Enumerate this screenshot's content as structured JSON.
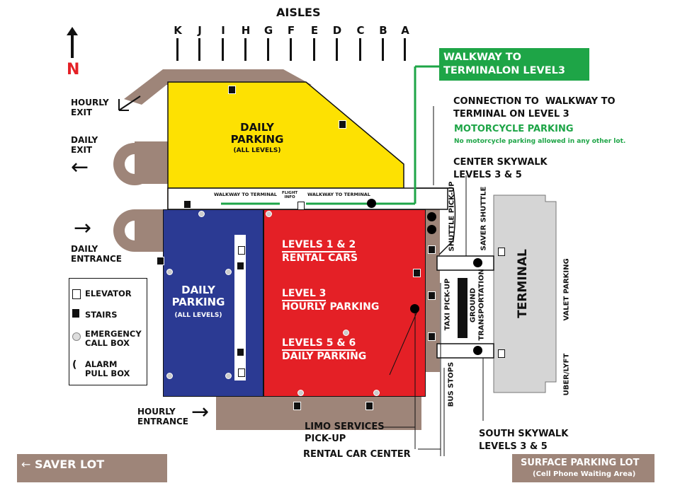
{
  "header": {
    "aisles_title": "AISLES"
  },
  "aisles": [
    "K",
    "J",
    "I",
    "H",
    "G",
    "F",
    "E",
    "D",
    "C",
    "B",
    "A"
  ],
  "compass": {
    "label": "N"
  },
  "exits": {
    "hourly_exit": "HOURLY\nEXIT",
    "daily_exit": "DAILY\nEXIT",
    "daily_entrance": "DAILY\nENTRANCE",
    "hourly_entrance": "HOURLY\nENTRANCE"
  },
  "yellow_lot": {
    "title": "DAILY\nPARKING",
    "subtitle": "(ALL LEVELS)"
  },
  "blue_lot": {
    "title": "DAILY\nPARKING",
    "subtitle": "(ALL LEVELS)"
  },
  "red_lot": {
    "line1a": "LEVELS 1 & 2",
    "line1b": "RENTAL CARS",
    "line2a": "LEVEL 3",
    "line2b": "HOURLY PARKING",
    "line3a": "LEVELS 5 & 6",
    "line3b": "DAILY PARKING"
  },
  "walkway_strip": {
    "left": "WALKWAY TO TERMINAL",
    "right": "WALKWAY TO TERMINAL",
    "flight_info": "FLIGHT\nINFO"
  },
  "callouts": {
    "walkway_banner": "WALKWAY TO\nTERMINALON LEVEL3",
    "connection": "CONNECTION TO  WALKWAY TO\nTERMINAL ON LEVEL 3",
    "motorcycle": "MOTORCYCLE PARKING",
    "motorcycle_note": "No motorcycle parking allowed in any other lot.",
    "center_skywalk": "CENTER SKYWALK\nLEVELS 3 & 5",
    "south_skywalk": "SOUTH SKYWALK\nLEVELS 3 & 5",
    "limo": "LIMO SERVICES\nPICK-UP",
    "rental_center": "RENTAL CAR CENTER"
  },
  "vertical_labels": {
    "shuttle_pickup": "SHUTTLE PICK-UP",
    "saver_shuttle": "SAVER SHUTTLE",
    "taxi_pickup": "TAXI PICK-UP",
    "ground_transportation": "GROUND\nTRANSPORTATION",
    "bus_stops": "BUS STOPS",
    "valet_parking": "VALET PARKING",
    "uber_lyft": "UBER/LYFT",
    "terminal": "TERMINAL"
  },
  "legend": {
    "elevator": "ELEVATOR",
    "stairs": "STAIRS",
    "emergency": "EMERGENCY\nCALL BOX",
    "alarm": "ALARM\nPULL BOX"
  },
  "footer": {
    "saver_lot": "SAVER LOT",
    "surface_lot": "SURFACE PARKING LOT",
    "surface_note": "(Cell Phone Waiting Area)"
  },
  "colors": {
    "yellow": "#fde102",
    "blue": "#2b3a93",
    "red": "#e42026",
    "ramp": "#9e8579",
    "green": "#1ea547",
    "terminal": "#d5d5d5"
  }
}
